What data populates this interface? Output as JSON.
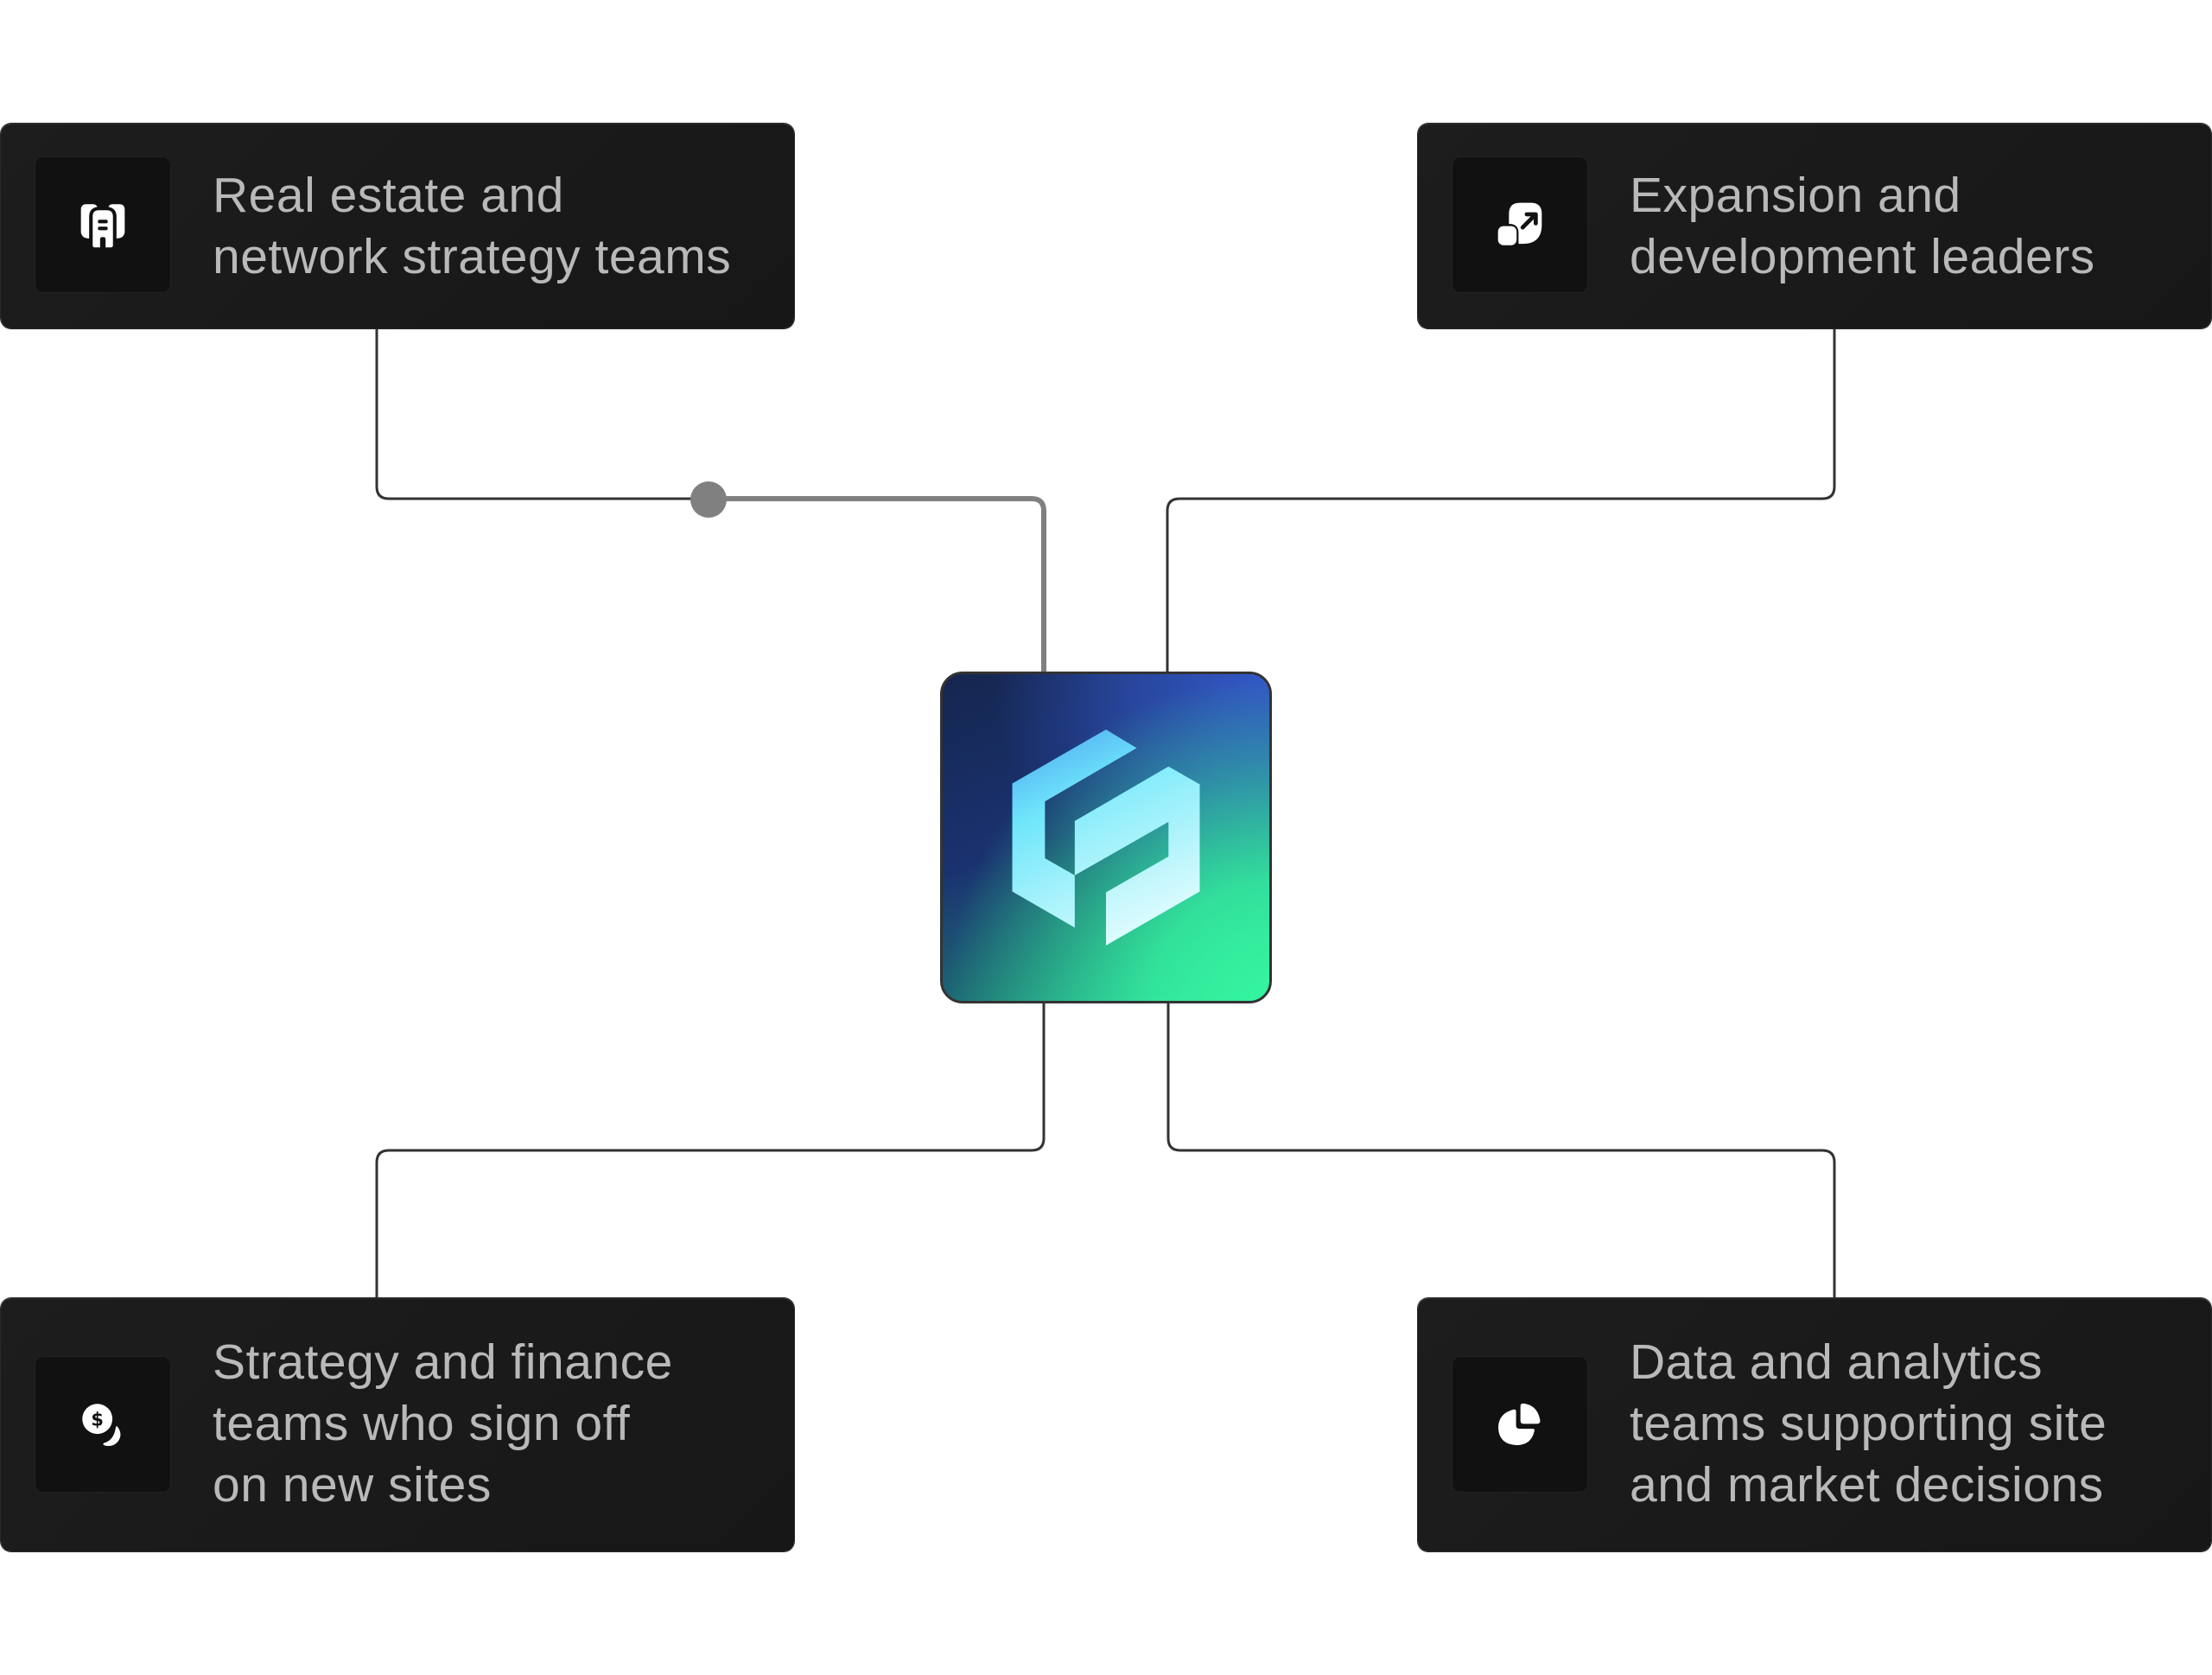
{
  "diagram": {
    "center": {
      "name": "Brand logo",
      "icon": "hexagon-logo-icon"
    },
    "colors": {
      "card_bg": "#1a1a1a",
      "icon_box_bg": "#111111",
      "text": "#b9b9b9",
      "connector": "#333333",
      "active_connector": "#808080",
      "logo_gradient": [
        "#15264f",
        "#3358c8",
        "#35f5a0",
        "#1e6a74"
      ]
    },
    "cards": [
      {
        "id": "real-estate",
        "icon": "buildings-icon",
        "lines": [
          "Real estate and",
          "network strategy teams"
        ]
      },
      {
        "id": "expansion",
        "icon": "expand-arrow-icon",
        "lines": [
          "Expansion and",
          "development leaders"
        ]
      },
      {
        "id": "finance",
        "icon": "coins-dollar-icon",
        "lines": [
          "Strategy and finance",
          "teams who sign off",
          "on new sites"
        ]
      },
      {
        "id": "analytics",
        "icon": "pie-chart-icon",
        "lines": [
          "Data and analytics",
          "teams supporting site",
          "and market decisions"
        ]
      }
    ],
    "active_connection": "real-estate"
  }
}
